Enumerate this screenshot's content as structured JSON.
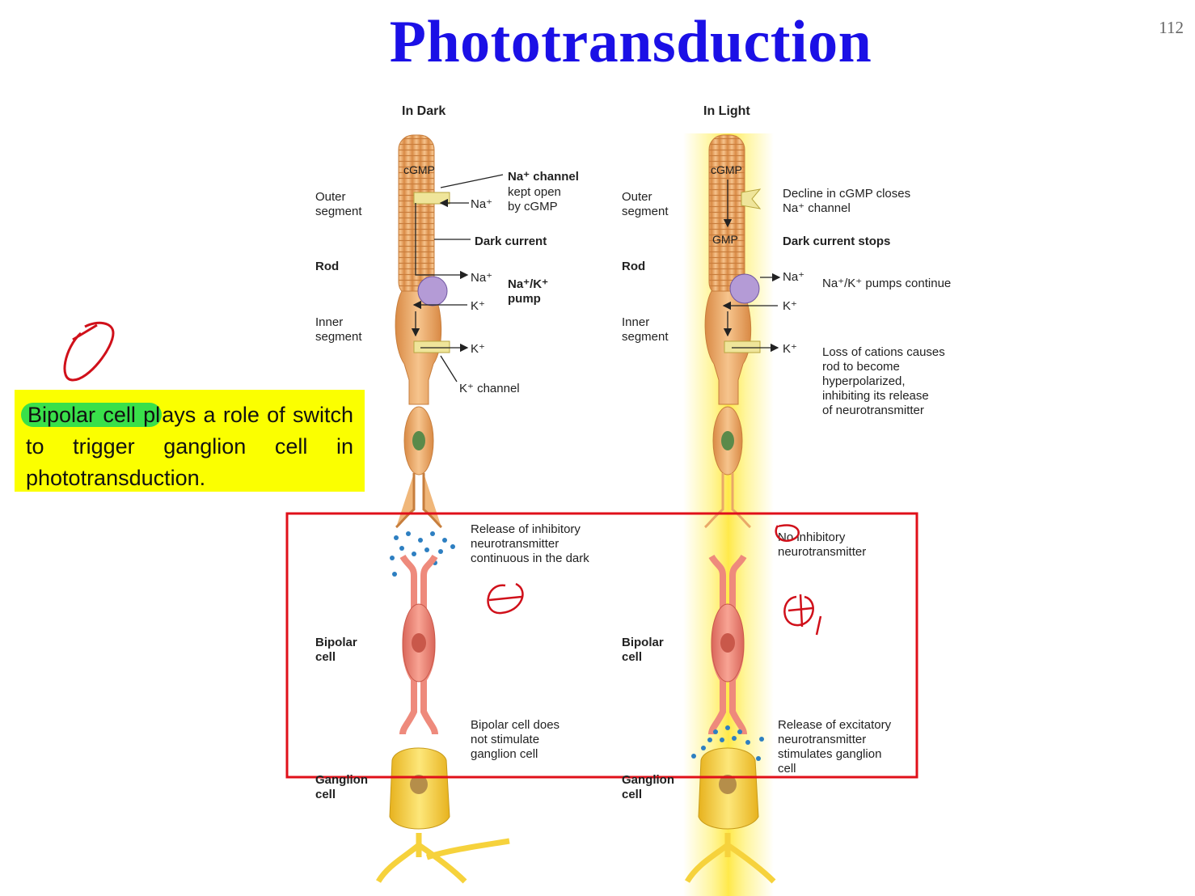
{
  "slide": {
    "title": "Phototransduction",
    "page_number": "112"
  },
  "note": {
    "highlight": "Bipolar cell pl",
    "rest": "ays a role of switch to trigger ganglion cell in phototransduction."
  },
  "dark": {
    "heading": "In Dark",
    "outer_segment": "Outer\nsegment",
    "rod": "Rod",
    "inner_segment": "Inner\nsegment",
    "bipolar": "Bipolar\ncell",
    "ganglion": "Ganglion\ncell",
    "cgmp": "cGMP",
    "na_channel_title": "Na⁺ channel",
    "na_channel_desc": "kept open\nby cGMP",
    "na_in": "Na⁺",
    "dark_current": "Dark current",
    "na_pump": "Na⁺",
    "k_pump": "K⁺",
    "pump_label": "Na⁺/K⁺\npump",
    "k_channel_ion": "K⁺",
    "k_channel": "K⁺ channel",
    "release": "Release of inhibitory\nneurotransmitter\ncontinuous in the dark",
    "no_stim": "Bipolar cell does\nnot stimulate\nganglion cell"
  },
  "light": {
    "heading": "In Light",
    "outer_segment": "Outer\nsegment",
    "rod": "Rod",
    "inner_segment": "Inner\nsegment",
    "bipolar": "Bipolar\ncell",
    "ganglion": "Ganglion\ncell",
    "cgmp": "cGMP",
    "gmp": "GMP",
    "decline": "Decline in cGMP closes\nNa⁺ channel",
    "dark_stops": "Dark current stops",
    "na_pump": "Na⁺",
    "k_pump": "K⁺",
    "pumps_continue": "Na⁺/K⁺ pumps continue",
    "k_channel_ion": "K⁺",
    "loss": "Loss of cations causes\nrod to become\nhyperpolarized,\ninhibiting its release\nof neurotransmitter",
    "no_inhibitory": "No inhibitory\nneurotransmitter",
    "excitatory": "Release of excitatory\nneurotransmitter\nstimulates ganglion\ncell"
  },
  "colors": {
    "title": "#1b10e6",
    "note_bg": "#fbff00",
    "highlight": "#39e04a",
    "rod": "#f0b77a",
    "bipolar": "#ee8a7c",
    "ganglion": "#f6d23c",
    "light_glow": "#fff27a",
    "box": "#e0101a",
    "ink": "#d0101a"
  }
}
